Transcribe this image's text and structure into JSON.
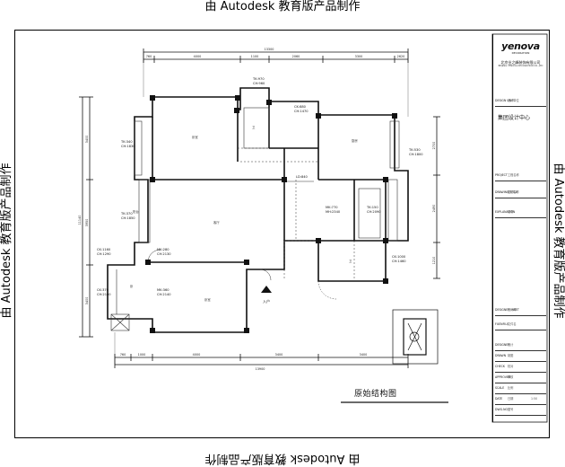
{
  "watermark": "由 Autodesk 教育版产品制作",
  "titleblock": {
    "logo": "yenova",
    "logo_sub": "DECORATION",
    "company": "北京业之峰装饰有限公司",
    "company_en": "BEIJING YENOVA DECORATION CO.,LTD",
    "center_name": "集团设计中心",
    "rows": [
      {
        "label": "DESIGN UNIT",
        "value": "设计单位"
      },
      {
        "label": "PROJECT",
        "value": "工程名称"
      },
      {
        "label": "DRAWING TITLE",
        "value": "图纸名称"
      },
      {
        "label": "EXPLANATION",
        "value": "说明"
      },
      {
        "label": "DESIGNER INSET",
        "value": "设计师"
      },
      {
        "label": "FUENFILE",
        "value": "文件名"
      },
      {
        "label": "DESIGNER",
        "value": "设计"
      },
      {
        "label": "DRAWN",
        "value": "制图"
      },
      {
        "label": "CHECK",
        "value": "校对"
      },
      {
        "label": "APPROVED",
        "value": "审核"
      },
      {
        "label": "SCALE",
        "value": "比例"
      },
      {
        "label": "DATE",
        "value": "日期"
      },
      {
        "label": "DWG.NO",
        "value": "图号"
      }
    ],
    "scale_value": "1:50"
  },
  "plan": {
    "title": "原始结构图",
    "entrance": "入户",
    "dims_top_total": "13300",
    "dims_top": [
      "760",
      "4000",
      "1100",
      "2060",
      "3300",
      "2620"
    ],
    "dims_bottom_total": "13900",
    "dims_bottom": [
      "760",
      "1000",
      "4000",
      "3400",
      "3400"
    ],
    "dims_left_total": "11140",
    "dims_left": [
      "3400",
      "3950",
      "3400"
    ],
    "dims_right": [
      "2700",
      "2490",
      "1210"
    ],
    "openings": [
      {
        "id": "tk970",
        "text1": "TK:970",
        "text2": "CH:960"
      },
      {
        "id": "ck880",
        "text1": "CK:880",
        "text2": "CH:1470"
      },
      {
        "id": "tk340",
        "text1": "TK:340",
        "text2": "CH:1830"
      },
      {
        "id": "tk530",
        "text1": "TK:530",
        "text2": "CH:1800"
      },
      {
        "id": "tk370",
        "text1": "TK:370",
        "text2": "CH:1850"
      },
      {
        "id": "ld840",
        "text1": "LD:840",
        "text2": ""
      },
      {
        "id": "mk770",
        "text1": "MK:770",
        "text2": "MH:2340"
      },
      {
        "id": "tk150",
        "text1": "TK:150",
        "text2": "CH:2090"
      },
      {
        "id": "ck1160",
        "text1": "CK:1160",
        "text2": "CH:1290"
      },
      {
        "id": "mk280a",
        "text1": "MK:280",
        "text2": "CH:2130"
      },
      {
        "id": "ck1000",
        "text1": "CK:1000",
        "text2": "CH:1460"
      },
      {
        "id": "ck370",
        "text1": "CK:370",
        "text2": "CH:2100"
      },
      {
        "id": "mk360",
        "text1": "MK:360",
        "text2": "CH:2140"
      }
    ],
    "rooms": [
      "卧室",
      "卫",
      "厨房",
      "客厅",
      "阳台",
      "卧室",
      "卧",
      "卫"
    ]
  }
}
